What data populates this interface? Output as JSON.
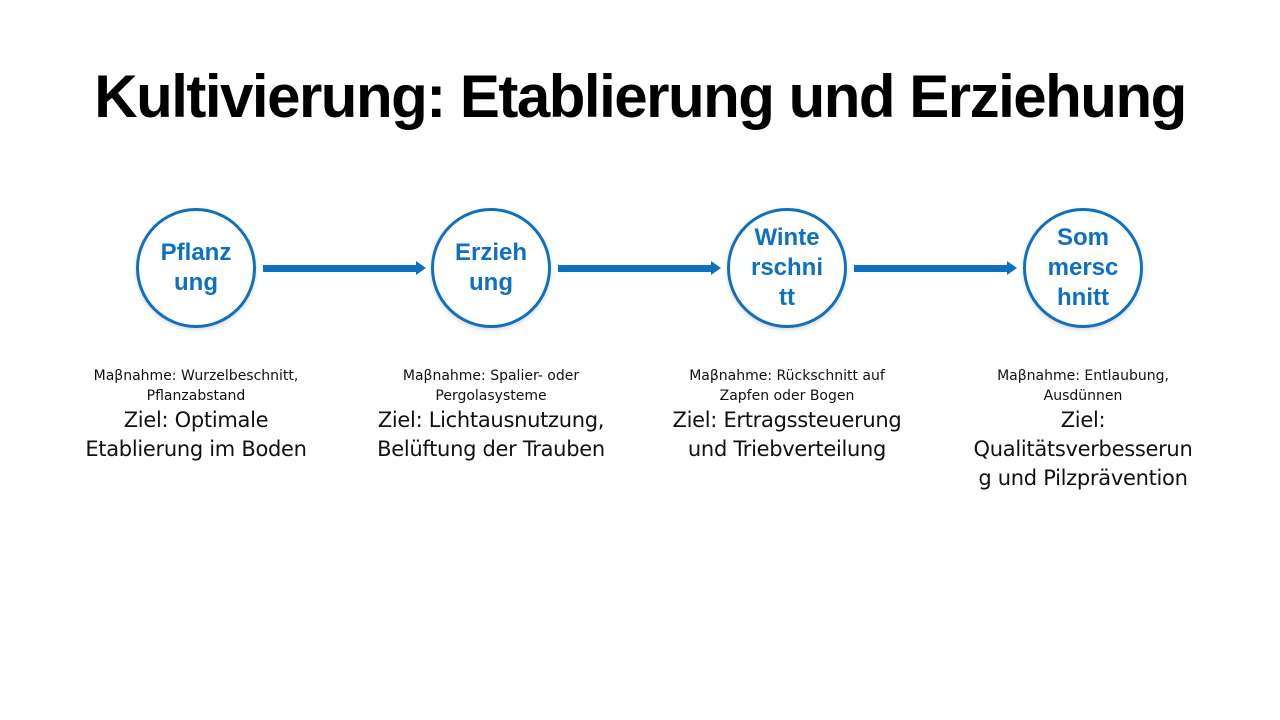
{
  "title": "Kultivierung: Etablierung und Erziehung",
  "colors": {
    "accent": "#1070c0",
    "text": "#111111",
    "background": "#ffffff"
  },
  "steps": [
    {
      "label": "Pflanz\nung",
      "measure": "Maβnahme: Wurzelbeschnitt,\nPflanzabstand",
      "goal": "Ziel: Optimale\nEtablierung im Boden"
    },
    {
      "label": "Erzieh\nung",
      "measure": "Maβnahme: Spalier- oder\nPergolasysteme",
      "goal": "Ziel: Lichtausnutzung,\nBelüftung der Trauben"
    },
    {
      "label": "Winte\nrschni\ntt",
      "measure": "Maβnahme: Rückschnitt auf\nZapfen oder Bogen",
      "goal": "Ziel: Ertragssteuerung\nund Triebverteilung"
    },
    {
      "label": "Som\nmersc\nhnitt",
      "measure": "Maβnahme: Entlaubung,\nAusdünnen",
      "goal": "Ziel:\nQualitätsverbesserun\ng und Pilzprävention"
    }
  ]
}
